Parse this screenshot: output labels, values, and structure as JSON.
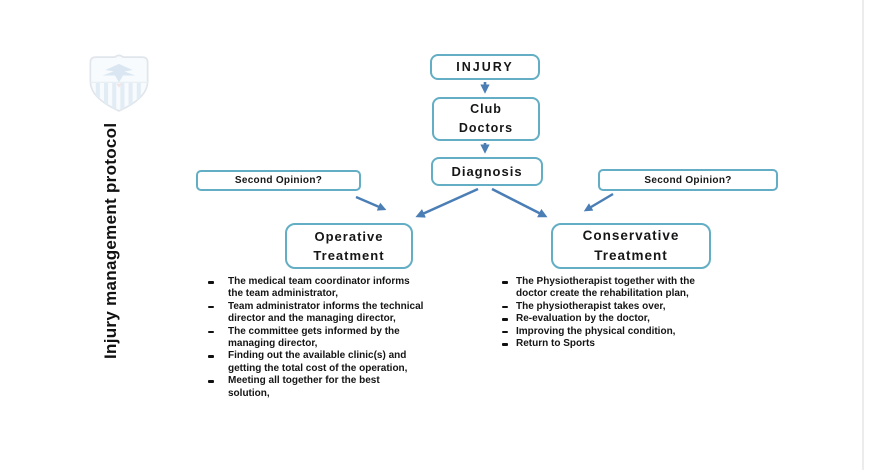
{
  "page": {
    "vertical_title": "Injury management protocol"
  },
  "logo": {
    "name": "club-crest",
    "primary_color": "#bdd5e8",
    "stripe_color": "#cadeee",
    "outline_color": "#c9d3dd"
  },
  "flowchart": {
    "border_color": "#63aec4",
    "arrow_color": "#4a7eb5",
    "nodes": {
      "injury": "INJURY",
      "club_doctors": "Club\nDoctors",
      "diagnosis": "Diagnosis",
      "second_opinion_left": "Second Opinion?",
      "second_opinion_right": "Second Opinion?",
      "operative_treatment": "Operative\nTreatment",
      "conservative_treatment": "Conservative\nTreatment"
    },
    "operative_steps": [
      "The medical team coordinator informs\nthe team administrator,",
      "Team administrator informs the technical\ndirector and the managing director,",
      "The committee gets informed by the\nmanaging director,",
      "Finding out the available clinic(s) and\ngetting the total cost of the operation,",
      "Meeting all together for the best\nsolution,"
    ],
    "conservative_steps": [
      "The Physiotherapist together with the\ndoctor create the rehabilitation plan,",
      "The physiotherapist takes over,",
      "Re-evaluation by the doctor,",
      "Improving the physical condition,",
      "Return to Sports"
    ]
  }
}
